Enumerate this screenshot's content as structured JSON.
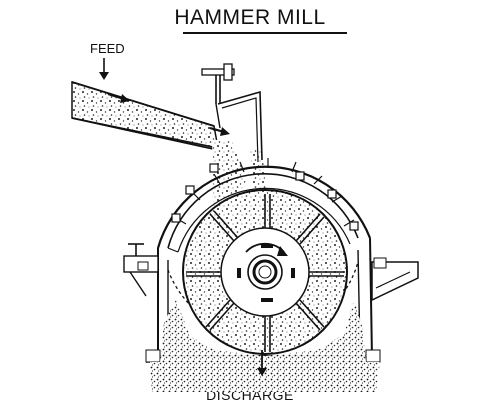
{
  "title": "HAMMER MILL",
  "labels": {
    "feed": "FEED",
    "discharge": "DISCHARGE"
  },
  "colors": {
    "line": "#111111",
    "background": "#ffffff"
  }
}
